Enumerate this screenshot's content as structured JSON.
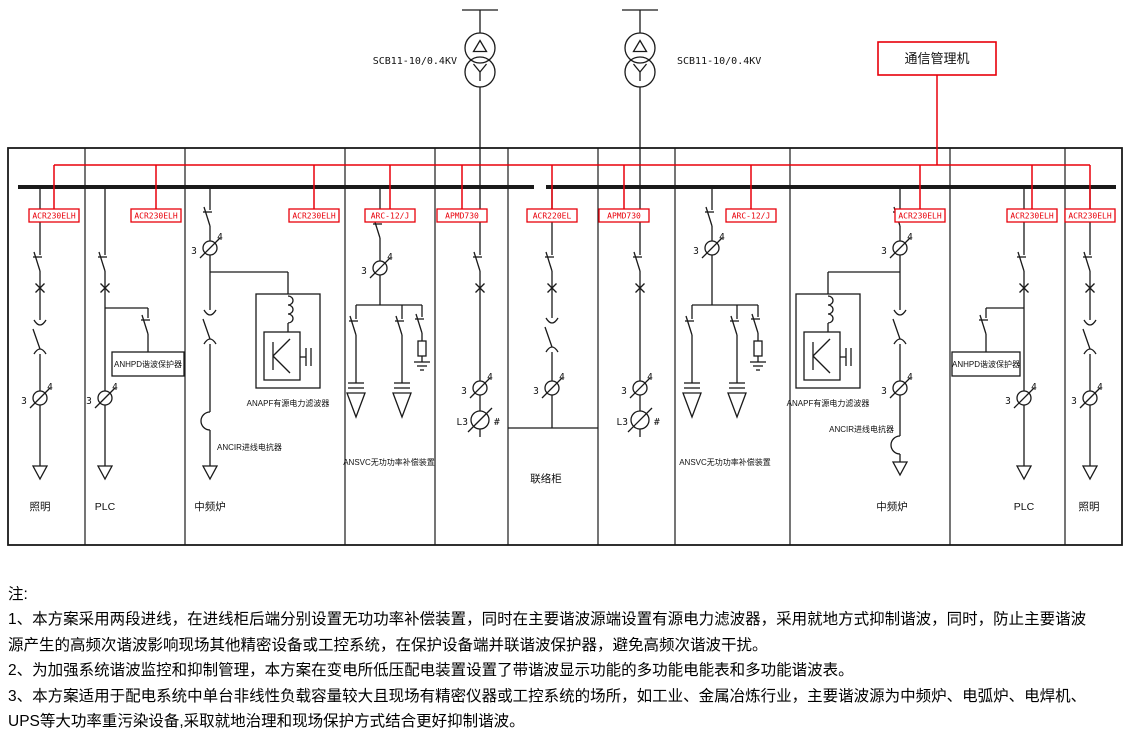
{
  "top": {
    "transformer_label_left": "SCB11-10/0.4KV",
    "transformer_label_right": "SCB11-10/0.4KV",
    "comm_manager": "通信管理机"
  },
  "meters": [
    "ACR230ELH",
    "ACR230ELH",
    "ACR230ELH",
    "ARC-12/J",
    "APMD730",
    "ACR220EL",
    "APMD730",
    "ARC-12/J",
    "ACR230ELH",
    "ACR230ELH",
    "ACR230ELH"
  ],
  "marks": {
    "n3": "3",
    "n4": "4",
    "l3": "L3",
    "hash": "#"
  },
  "devices": {
    "anhpd": "ANHPD谐波保护器",
    "anapf": "ANAPF有源电力滤波器",
    "ancir": "ANCIR进线电抗器",
    "ansvc": "ANSVC无功功率补偿装置",
    "tie": "联络柜"
  },
  "loads": {
    "lighting": "照明",
    "plc": "PLC",
    "furnace": "中频炉"
  },
  "colors": {
    "accent_red": "#e8000a",
    "line_black": "#1a1a1a"
  },
  "notes": [
    "注:",
    "1、本方案采用两段进线，在进线柜后端分别设置无功功率补偿装置，同时在主要谐波源端设置有源电力滤波器，采用就地方式抑制谐波，同时，防止主要谐波",
    "源产生的高频次谐波影响现场其他精密设备或工控系统，在保护设备端并联谐波保护器，避免高频次谐波干扰。",
    "2、为加强系统谐波监控和抑制管理，本方案在变电所低压配电装置设置了带谐波显示功能的多功能电能表和多功能谐波表。",
    "3、本方案适用于配电系统中单台非线性负载容量较大且现场有精密仪器或工控系统的场所，如工业、金属冶炼行业，主要谐波源为中频炉、电弧炉、电焊机、",
    "UPS等大功率重污染设备,采取就地治理和现场保护方式结合更好抑制谐波。"
  ]
}
